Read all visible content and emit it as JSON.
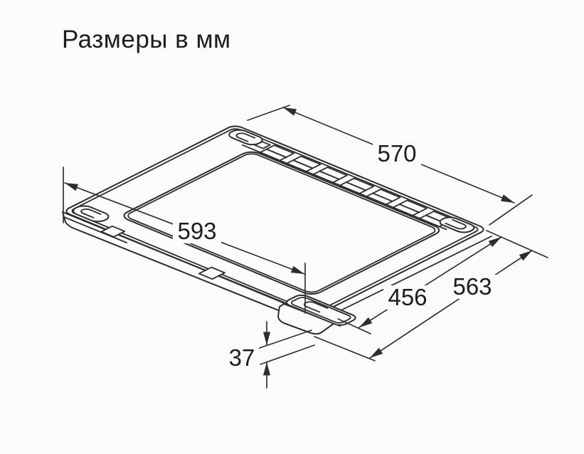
{
  "title": "Размеры в мм",
  "drawing": {
    "dimensions_mm": {
      "top_width": "570",
      "inner_width": "593",
      "side_depth_inner": "456",
      "side_depth_outer": "563",
      "foot_height": "37"
    }
  }
}
